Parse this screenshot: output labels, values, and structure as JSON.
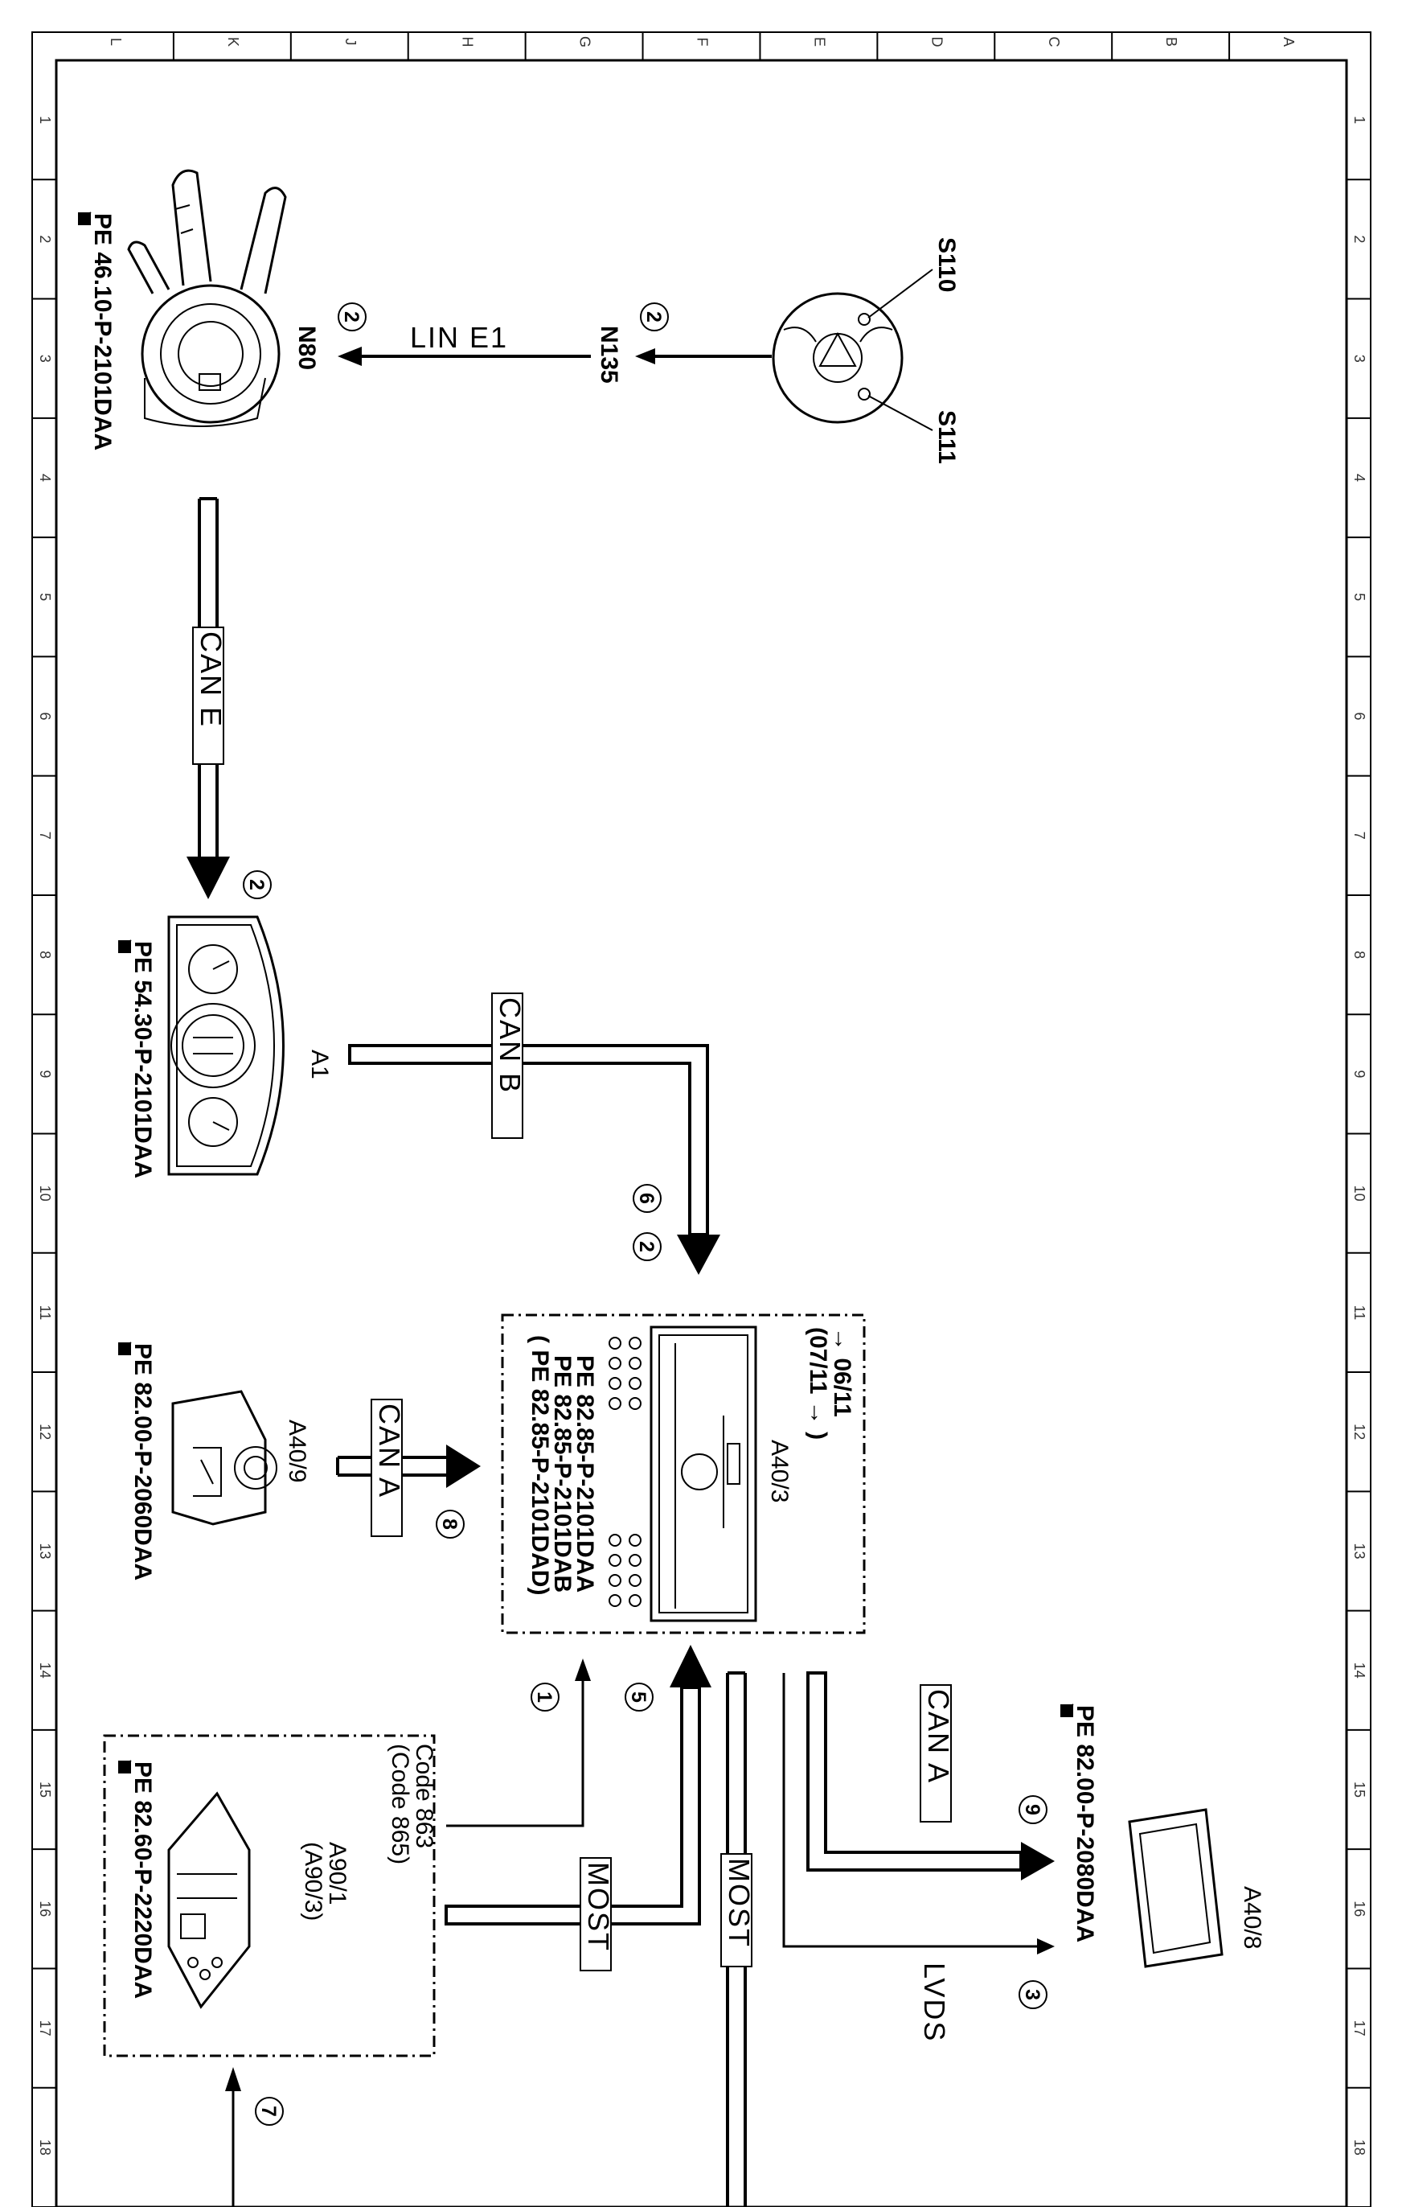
{
  "grid": {
    "letters": [
      "L",
      "K",
      "J",
      "H",
      "G",
      "F",
      "E",
      "D",
      "C",
      "B",
      "A"
    ],
    "numbers": [
      "1",
      "2",
      "3",
      "4",
      "5",
      "6",
      "7",
      "8",
      "9",
      "10",
      "11",
      "12",
      "13",
      "14",
      "15",
      "16",
      "17",
      "18"
    ]
  },
  "components": {
    "s110": "S110",
    "s111": "S111",
    "n135": "N135",
    "n80": "N80",
    "a1": "A1",
    "a40_3": "A40/3",
    "a40_3_dates_1": "→ 06/11",
    "a40_3_dates_2": "(07/11 → )",
    "a40_9": "A40/9",
    "a40_8": "A40/8",
    "a90_1": "A90/1",
    "a90_3": "(A90/3)",
    "code_863": "Code 863",
    "code_865": "(Code 865)"
  },
  "references": {
    "n80_ref": "PE 46.10-P-2101DAA",
    "a1_ref": "PE 54.30-P-2101DAA",
    "a40_3_ref_1": "PE 82.85-P-2101DAA",
    "a40_3_ref_2": "PE 82.85-P-2101DAB",
    "a40_3_ref_3": "( PE 82.85-P-2101DAD)",
    "a40_9_ref": "PE 82.00-P-2060DAA",
    "a40_8_ref": "PE 82.00-P-2080DAA",
    "a90_ref": "PE 82.60-P-2220DAA"
  },
  "buses": {
    "lin_e1": "LIN E1",
    "can_e": "CAN E",
    "can_b": "CAN B",
    "can_a_1": "CAN A",
    "can_a_2": "CAN A",
    "lvds": "LVDS",
    "most_1": "MOST",
    "most_2": "MOST"
  },
  "markers": {
    "n135_in": "2",
    "n80_in": "2",
    "a1_in": "2",
    "a40_3_in_a": "6",
    "a40_3_in_b": "2",
    "a40_9_link": "8",
    "a40_8_in": "9",
    "lvds_out": "3",
    "a90_out": "1",
    "most_in": "5",
    "a90_in": "7"
  },
  "colors": {
    "ink": "#000000",
    "paper": "#ffffff"
  }
}
